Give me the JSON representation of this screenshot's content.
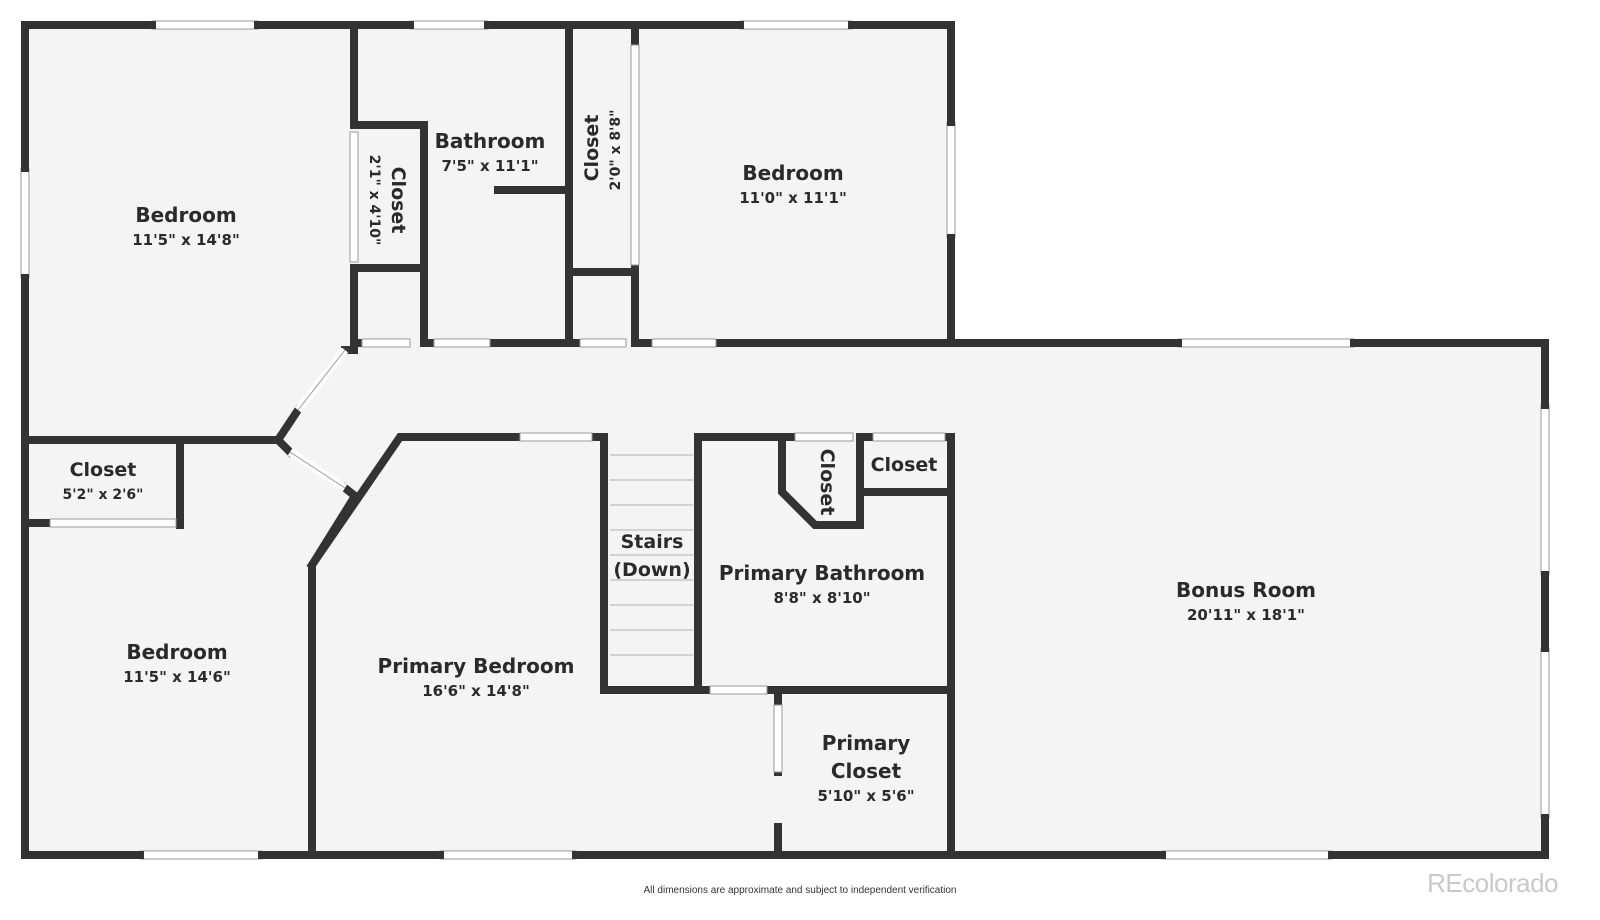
{
  "rooms": {
    "bedroom_nw": {
      "name": "Bedroom",
      "dims": "11'5\" x 14'8\""
    },
    "closet_vert1": {
      "name": "Closet",
      "dims": "2'1\" x 4'10\""
    },
    "bathroom": {
      "name": "Bathroom",
      "dims": "7'5\" x 11'1\""
    },
    "closet_vert2": {
      "name": "Closet",
      "dims": "2'0\" x 8'8\""
    },
    "bedroom_ne": {
      "name": "Bedroom",
      "dims": "11'0\" x 11'1\""
    },
    "closet_w": {
      "name": "Closet",
      "dims": "5'2\" x 2'6\""
    },
    "bedroom_sw": {
      "name": "Bedroom",
      "dims": "11'5\" x 14'6\""
    },
    "primary_bedroom": {
      "name": "Primary Bedroom",
      "dims": "16'6\" x 14'8\""
    },
    "stairs": {
      "line1": "Stairs",
      "line2": "(Down)"
    },
    "closet_vert3": {
      "name": "Closet"
    },
    "closet_small": {
      "name": "Closet"
    },
    "primary_bathroom": {
      "name": "Primary Bathroom",
      "dims": "8'8\" x 8'10\""
    },
    "primary_closet": {
      "line1": "Primary",
      "line2": "Closet",
      "dims": "5'10\" x 5'6\""
    },
    "bonus_room": {
      "name": "Bonus Room",
      "dims": "20'11\" x 18'1\""
    }
  },
  "footer": {
    "disclaimer": "All dimensions are approximate and subject to independent verification",
    "watermark": "REcolorado"
  },
  "colors": {
    "wall": "#333333",
    "floor": "#f4f4f4",
    "window": "#ffffff",
    "background": "#ffffff"
  }
}
